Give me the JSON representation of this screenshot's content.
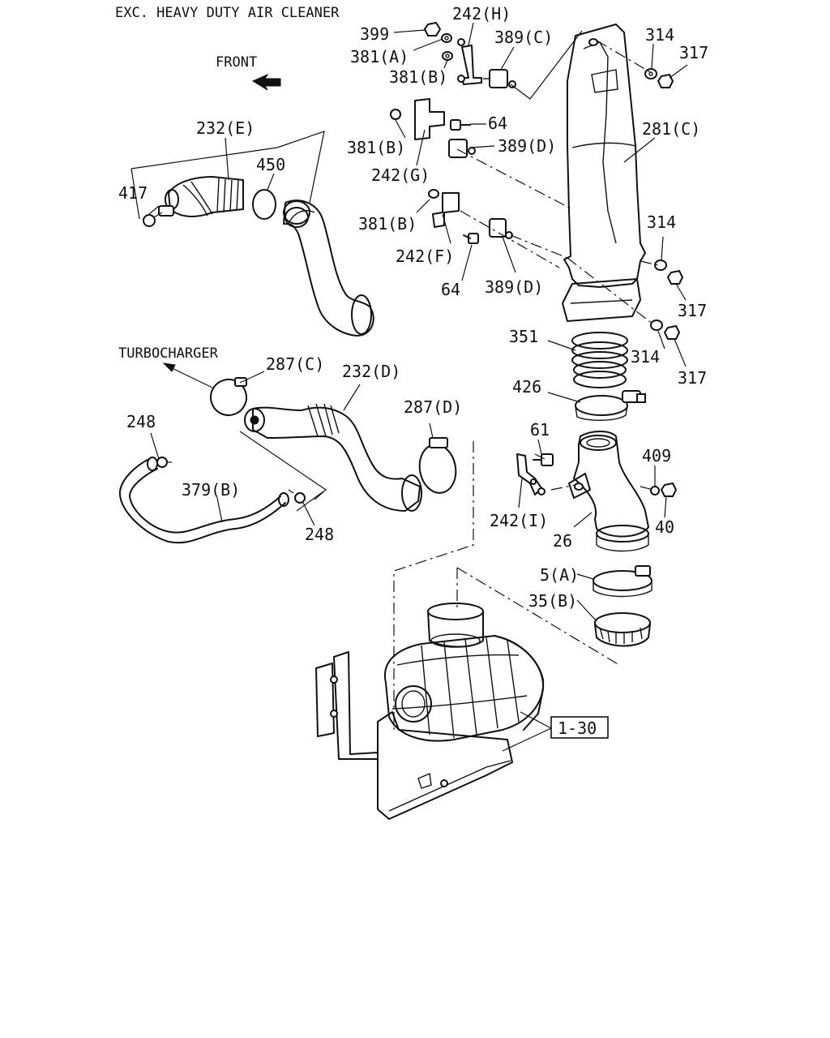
{
  "header": {
    "title": "EXC. HEAVY DUTY AIR CLEANER",
    "front": "FRONT",
    "turbocharger": "TURBOCHARGER"
  },
  "callouts": {
    "c399": "399",
    "c242H": "242(H)",
    "c389C": "389(C)",
    "c314a": "314",
    "c317a": "317",
    "c381A": "381(A)",
    "c381Ba": "381(B)",
    "c64a": "64",
    "c232E": "232(E)",
    "c281C": "281(C)",
    "c381Bb": "381(B)",
    "c389Da": "389(D)",
    "c450": "450",
    "c417": "417",
    "c242G": "242(G)",
    "c381Bc": "381(B)",
    "c314b": "314",
    "c242F": "242(F)",
    "c64b": "64",
    "c389Db": "389(D)",
    "c317b": "317",
    "c351": "351",
    "c314c": "314",
    "c287C": "287(C)",
    "c232D": "232(D)",
    "c317c": "317",
    "c426": "426",
    "c248a": "248",
    "c287D": "287(D)",
    "c61": "61",
    "c409": "409",
    "c379B": "379(B)",
    "c242I": "242(I)",
    "c40": "40",
    "c248b": "248",
    "c26": "26",
    "c5A": "5(A)",
    "c35B": "35(B)",
    "ref130": "1-30"
  }
}
